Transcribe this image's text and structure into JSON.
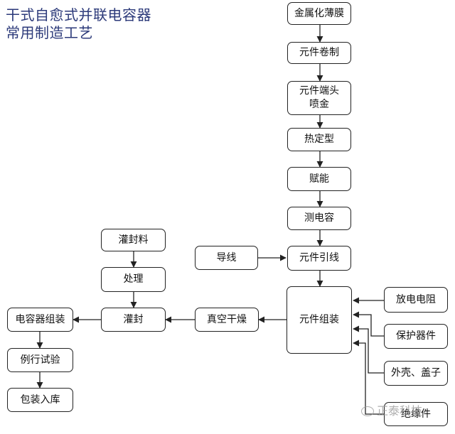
{
  "title": {
    "line1": "干式自愈式并联电容器",
    "line2": "常用制造工艺"
  },
  "nodes": {
    "metal_film": "金属化薄膜",
    "winding": "元件卷制",
    "spray_1": "元件端头",
    "spray_2": "喷金",
    "heat_set": "热定型",
    "energize": "赋能",
    "measure": "测电容",
    "wire": "导线",
    "lead": "元件引线",
    "assembly": "元件组装",
    "discharge_resistor": "放电电阻",
    "protector": "保护器件",
    "shell_cover": "外壳、盖子",
    "insulator": "绝缘件",
    "vacuum_dry": "真空干燥",
    "potting_material": "灌封料",
    "treatment": "处理",
    "potting": "灌封",
    "cap_assembly": "电容器组装",
    "routine_test": "例行试验",
    "pack_store": "包装入库"
  },
  "watermark": "正泰科技"
}
